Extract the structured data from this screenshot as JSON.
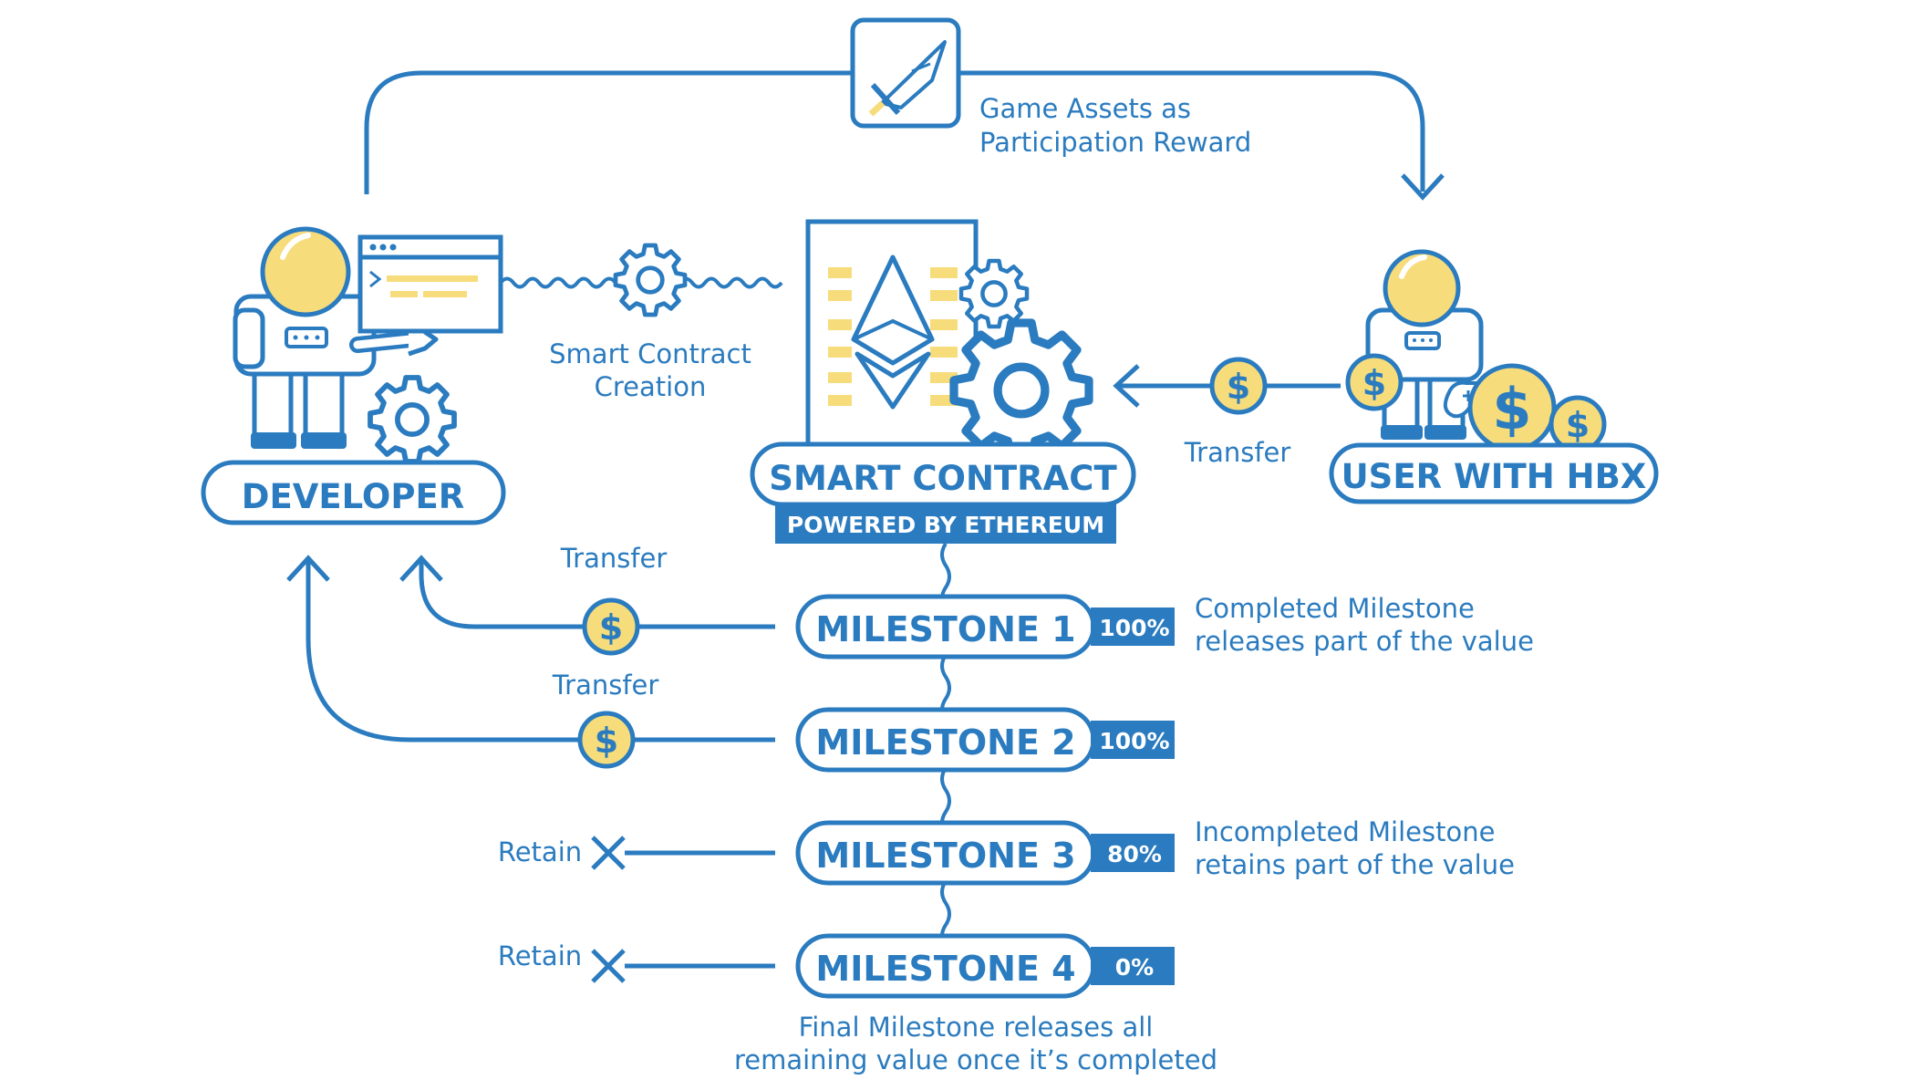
{
  "colors": {
    "blue": "#2a7bbf",
    "yellow": "#f7dc7c",
    "white": "#ffffff"
  },
  "top": {
    "reward_line1": "Game Assets as",
    "reward_line2": "Participation Reward",
    "icon": "sword-icon"
  },
  "developer": {
    "label": "DEVELOPER"
  },
  "creation": {
    "line1": "Smart Contract",
    "line2": "Creation"
  },
  "contract": {
    "title": "SMART CONTRACT",
    "subtitle": "POWERED BY ETHEREUM",
    "icon": "ethereum-icon"
  },
  "user": {
    "label": "USER WITH HBX",
    "transfer": "Transfer"
  },
  "milestones": [
    {
      "label": "MILESTONE 1",
      "pct": "100%",
      "side": "Transfer"
    },
    {
      "label": "MILESTONE 2",
      "pct": "100%",
      "side": "Transfer"
    },
    {
      "label": "MILESTONE 3",
      "pct": "80%",
      "side": "Retain"
    },
    {
      "label": "MILESTONE 4",
      "pct": "0%",
      "side": "Retain"
    }
  ],
  "notes": {
    "completed_line1": "Completed Milestone",
    "completed_line2": "releases part of the value",
    "incompleted_line1": "Incompleted Milestone",
    "incompleted_line2": "retains part of the value",
    "final_line1": "Final Milestone releases all",
    "final_line2": "remaining value once it’s completed"
  }
}
